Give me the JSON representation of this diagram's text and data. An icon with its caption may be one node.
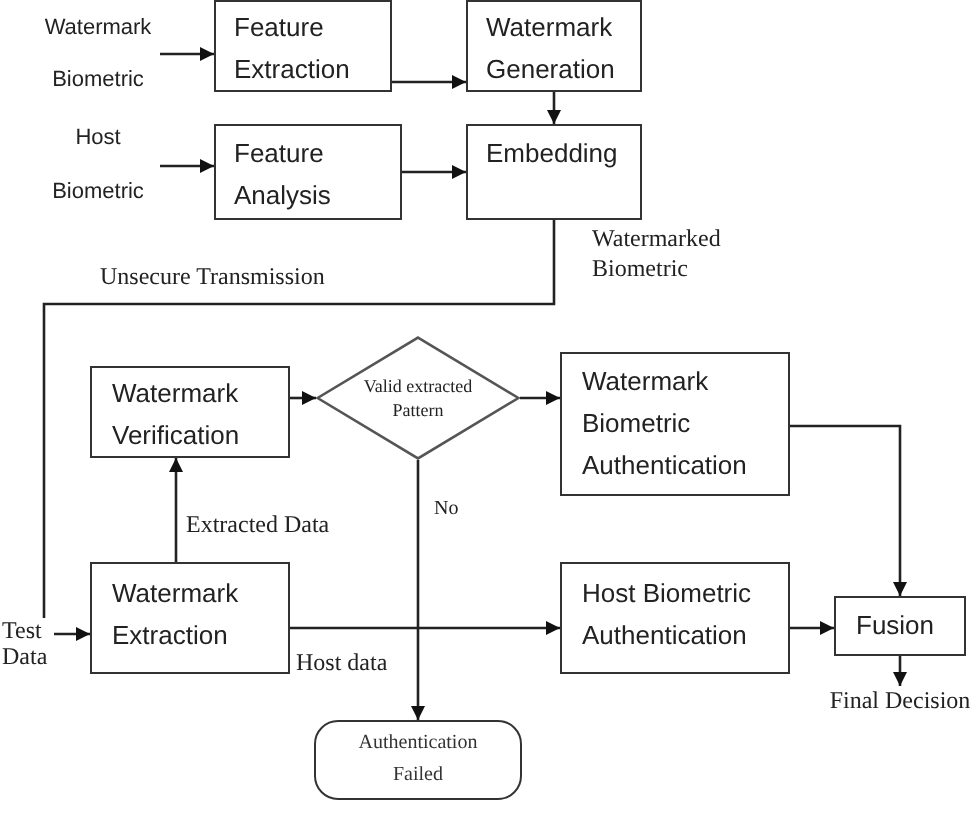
{
  "diagram": {
    "nodes": [
      {
        "text": [
          "Watermark Biometric"
        ]
      },
      {
        "text": [
          "Feature Extraction"
        ]
      },
      {
        "text": [
          "Watermark Generation"
        ]
      },
      {
        "text": [
          "Host Biometric"
        ]
      },
      {
        "text": [
          "Feature Analysis"
        ]
      },
      {
        "text": [
          "Embedding"
        ]
      },
      {
        "text": [
          "Watermark Verification"
        ]
      },
      {
        "text": [
          "Valid extracted Pattern"
        ]
      },
      {
        "text": [
          "Watermark Biometric Authentication"
        ]
      },
      {
        "text": [
          "Test Data"
        ]
      },
      {
        "text": [
          "Watermark Extraction"
        ]
      },
      {
        "text": [
          "Host Biometric Authentication"
        ]
      },
      {
        "text": [
          "Fusion"
        ]
      },
      {
        "text": [
          "Final Decision"
        ]
      },
      {
        "text": [
          "Authentication Failed"
        ]
      }
    ],
    "edges": [
      {
        "from": 0,
        "to": 1,
        "arrow": "to"
      },
      {
        "from": 1,
        "to": 2,
        "arrow": "to"
      },
      {
        "from": 3,
        "to": 4,
        "arrow": "to"
      },
      {
        "from": 4,
        "to": 5,
        "arrow": "to"
      },
      {
        "from": 2,
        "to": 5,
        "arrow": "to"
      },
      {
        "from": 5,
        "to": 9,
        "arrow": "none",
        "label": "Unsecure Transmission"
      },
      {
        "from": 9,
        "to": 10,
        "arrow": "to"
      },
      {
        "from": 10,
        "to": 6,
        "arrow": "to",
        "label": "Extracted Data"
      },
      {
        "from": 6,
        "to": 7,
        "arrow": "to"
      },
      {
        "from": 7,
        "to": 8,
        "arrow": "to"
      },
      {
        "from": 7,
        "to": 14,
        "arrow": "to",
        "label": "No"
      },
      {
        "from": 10,
        "to": 11,
        "arrow": "to",
        "label": "Host data"
      },
      {
        "from": 8,
        "to": 12,
        "arrow": "to"
      },
      {
        "from": 11,
        "to": 12,
        "arrow": "to"
      },
      {
        "from": 12,
        "to": 13,
        "arrow": "to"
      }
    ],
    "labels": [
      "Watermarked Biometric"
    ]
  }
}
